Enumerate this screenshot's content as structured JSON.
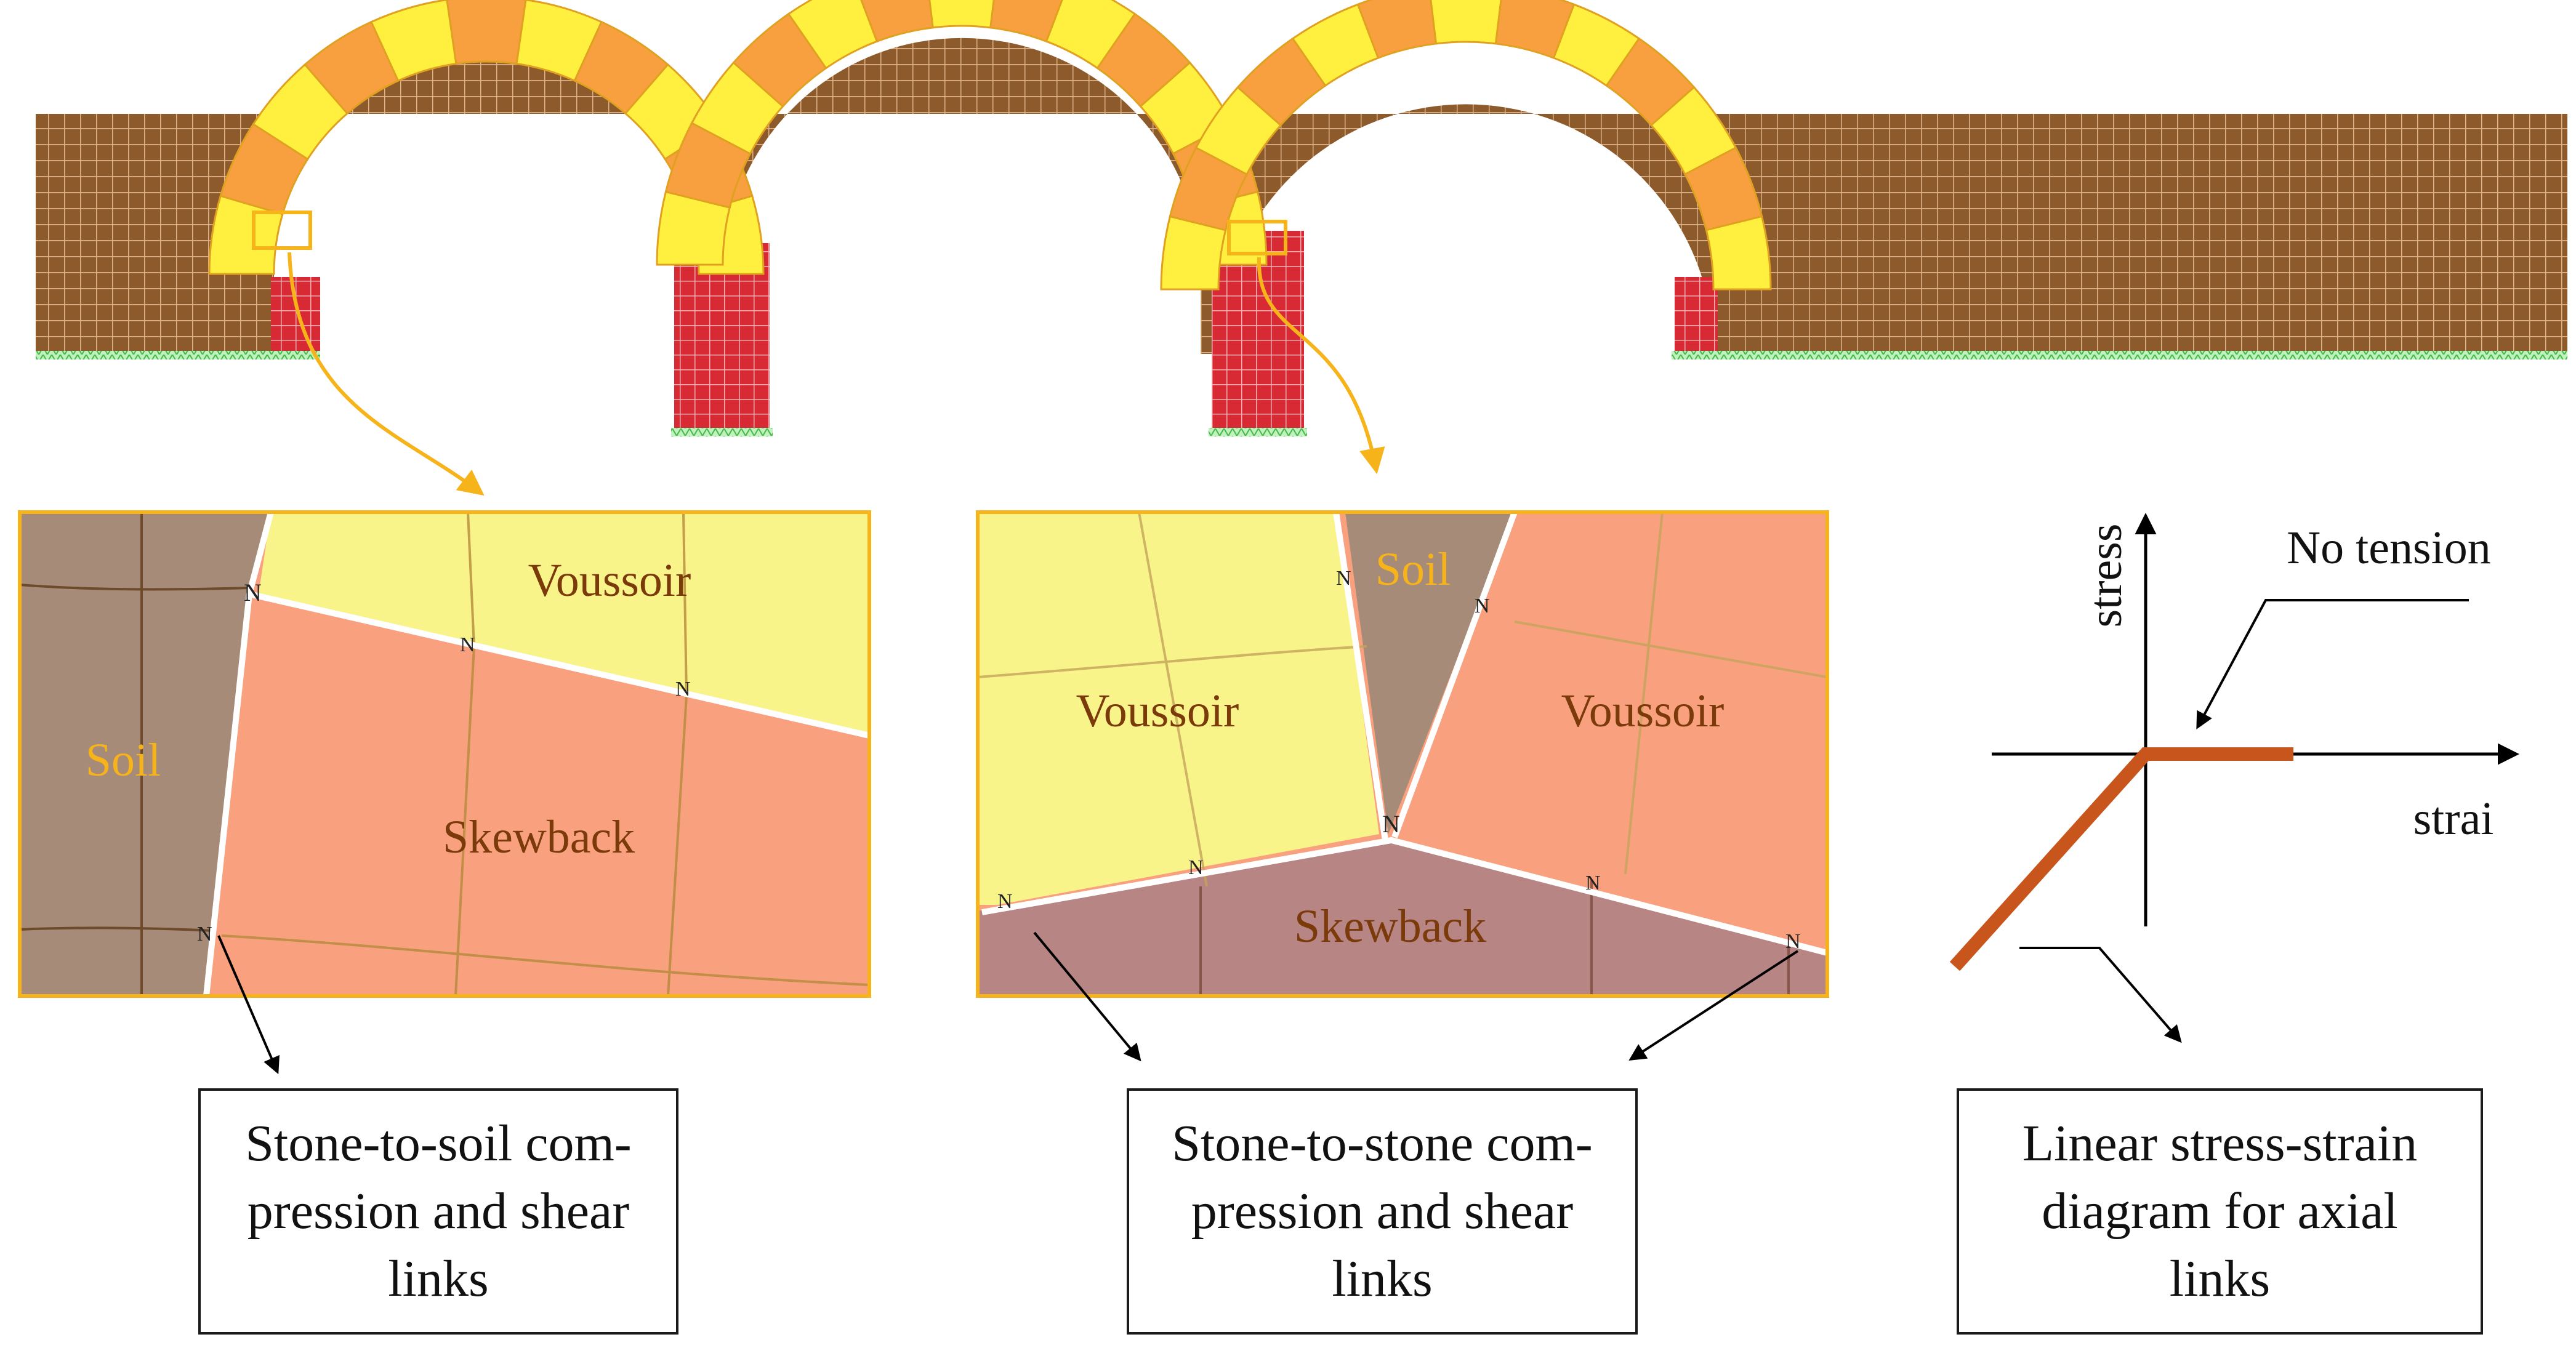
{
  "colors": {
    "soil": "#8d5a2b",
    "soil_grid": "#5a3614",
    "voussoir_yellow": "#fff040",
    "voussoir_orange": "#f8a040",
    "skewback_red": "#e32630",
    "pier_red": "#d82a35",
    "support_green": "#88dd88",
    "callout_gold": "#f7b31a",
    "detail_voussoir": "#f9f48a",
    "detail_skewback": "#f9a17e",
    "detail_soil": "#a58b78",
    "detail_skewback_brown": "#b88585",
    "label_brown": "#7b3a0a",
    "law_line": "#c8561c"
  },
  "detail_left": {
    "voussoir_label": "Voussoir",
    "soil_label": "Soil",
    "skewback_label": "Skewback",
    "link_glyph": "N"
  },
  "detail_right": {
    "voussoir_left_label": "Voussoir",
    "soil_label": "Soil",
    "voussoir_right_label": "Voussoir",
    "skewback_label": "Skewback",
    "link_glyph": "N"
  },
  "stress_strain": {
    "y_axis_label": "stress",
    "x_axis_label": "strai",
    "annotation": "No tension"
  },
  "captions": {
    "left": "Stone-to-soil com-\npression and shear\nlinks",
    "middle": "Stone-to-stone com-\npression and shear\nlinks",
    "right": "Linear stress-strain\ndiagram for axial\nlinks"
  },
  "icons": {
    "link_symbol": "spring-link-icon",
    "support": "fixed-support-icon",
    "arrow": "arrow-icon"
  }
}
